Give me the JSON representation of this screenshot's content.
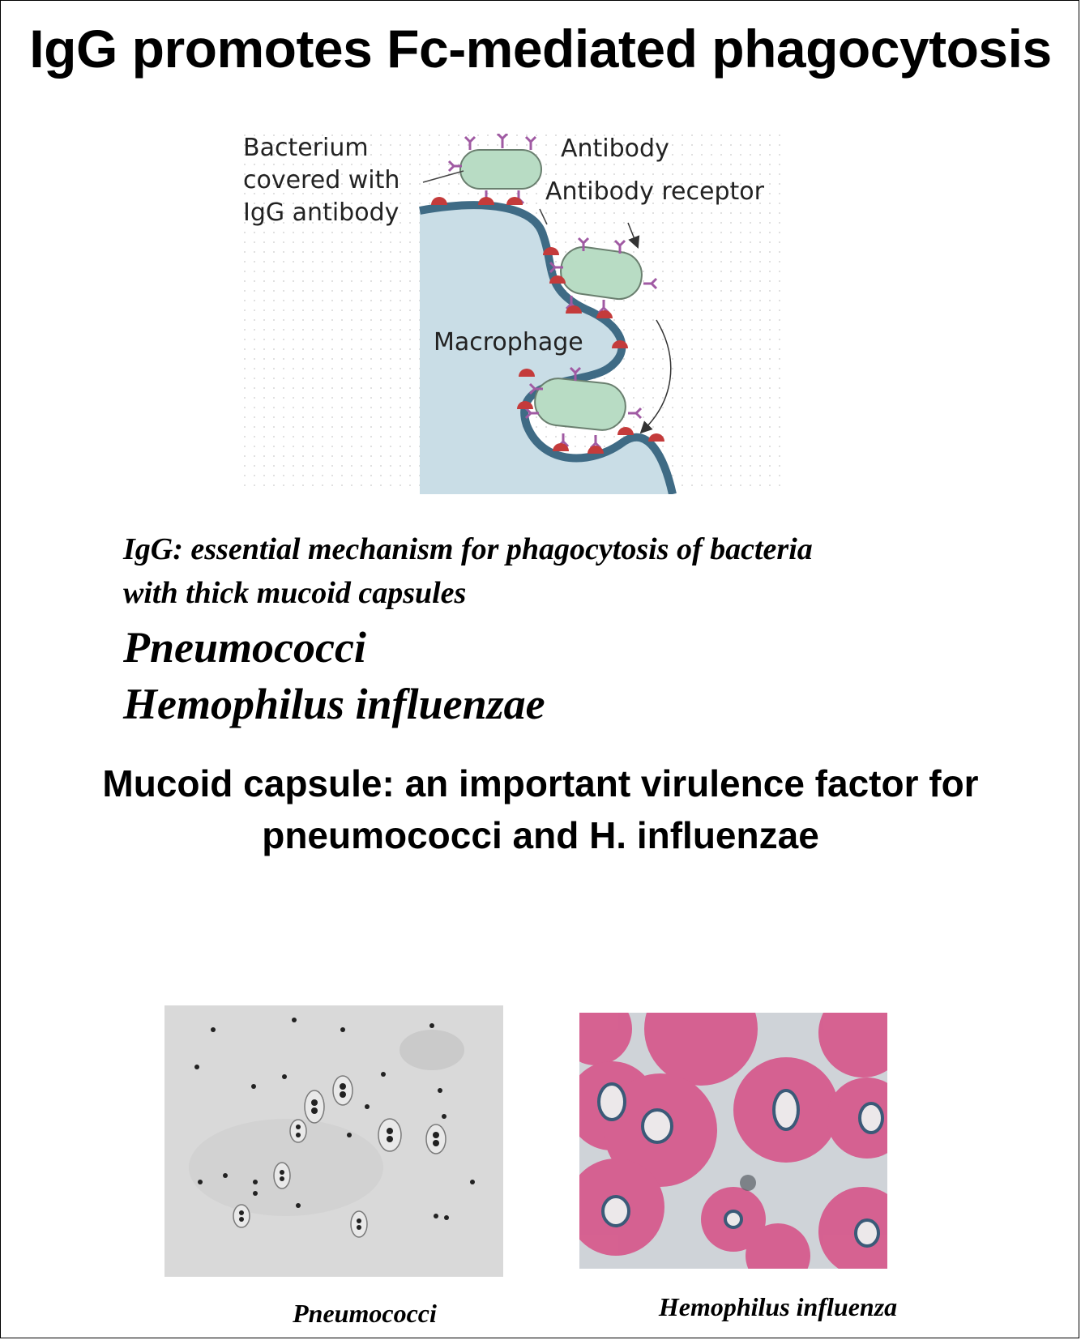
{
  "title": "IgG promotes Fc-mediated phagocytosis",
  "diagram": {
    "label_bacterium_1": "Bacterium",
    "label_bacterium_2": "covered with",
    "label_bacterium_3": "IgG antibody",
    "label_antibody": "Antibody",
    "label_receptor": "Antibody receptor",
    "label_macrophage": "Macrophage",
    "colors": {
      "macrophage_fill": "#c9dde6",
      "membrane": "#3f6b85",
      "bacterium": "#b8dcc4",
      "antibody": "#a05aa3",
      "receptor": "#c43b3b"
    }
  },
  "text": {
    "line1": "IgG: essential mechanism for phagocytosis of bacteria",
    "line2": "with thick mucoid capsules",
    "line3": "Pneumococci",
    "line4": "Hemophilus influenzae"
  },
  "mucoid": {
    "line1": "Mucoid capsule: an important virulence factor for",
    "line2": "pneumococci and H. influenzae"
  },
  "captions": {
    "left": "Pneumococci",
    "right": "Hemophilus influenza"
  }
}
